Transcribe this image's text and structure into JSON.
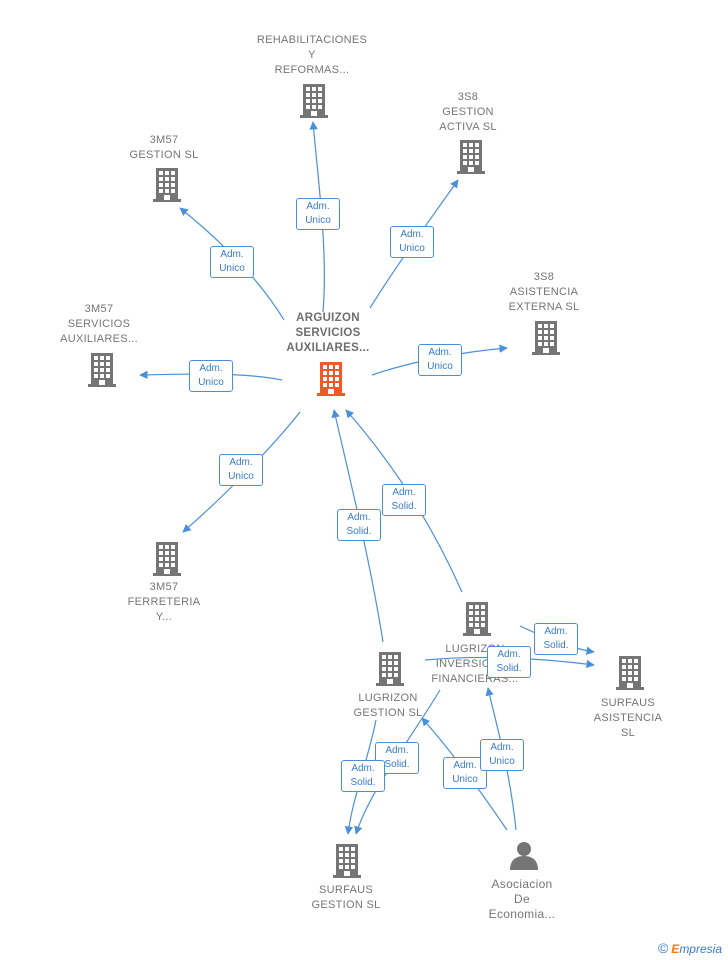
{
  "colors": {
    "edge": "#4a90d9",
    "node": "#757575",
    "main_node": "#f05a28",
    "label": "#757575",
    "edge_text": "#3b7bc8"
  },
  "nodes": {
    "main": {
      "lines": [
        "ARGUIZON",
        "SERVICIOS",
        "AUXILIARES..."
      ],
      "icon": "building-icon"
    },
    "rehab": {
      "lines": [
        "REHABILITACIONES",
        "Y",
        "REFORMAS..."
      ],
      "icon": "building-icon"
    },
    "gestion_3m57": {
      "lines": [
        "3M57",
        "GESTION  SL"
      ],
      "icon": "building-icon"
    },
    "gestion_activa": {
      "lines": [
        "3S8",
        "GESTION",
        "ACTIVA  SL"
      ],
      "icon": "building-icon"
    },
    "asistencia_externa": {
      "lines": [
        "3S8",
        "ASISTENCIA",
        "EXTERNA  SL"
      ],
      "icon": "building-icon"
    },
    "servicios_3m57": {
      "lines": [
        "3M57",
        "SERVICIOS",
        "AUXILIARES..."
      ],
      "icon": "building-icon"
    },
    "ferreteria": {
      "lines": [
        "3M57",
        "FERRETERIA",
        "Y..."
      ],
      "icon": "building-icon"
    },
    "lugrizon_inv": {
      "lines": [
        "LUGRIZON",
        "INVERSIONES",
        "FINANCIERAS..."
      ],
      "icon": "building-icon"
    },
    "lugrizon_gestion": {
      "lines": [
        "LUGRIZON",
        "GESTION  SL"
      ],
      "icon": "building-icon"
    },
    "surfaus_asistencia": {
      "lines": [
        "SURFAUS",
        "ASISTENCIA",
        "SL"
      ],
      "icon": "building-icon"
    },
    "surfaus_gestion": {
      "lines": [
        "SURFAUS",
        "GESTION  SL"
      ],
      "icon": "building-icon"
    },
    "asociacion": {
      "lines": [
        "Asociacion",
        "De",
        "Economia..."
      ],
      "icon": "person-icon"
    }
  },
  "edges": {
    "e_rehab": [
      "Adm.",
      "Unico"
    ],
    "e_gestion_3m57": [
      "Adm.",
      "Unico"
    ],
    "e_gestion_activa": [
      "Adm.",
      "Unico"
    ],
    "e_asistencia_externa": [
      "Adm.",
      "Unico"
    ],
    "e_servicios_3m57": [
      "Adm.",
      "Unico"
    ],
    "e_ferreteria": [
      "Adm.",
      "Unico"
    ],
    "e_lugrizon_gestion_main": [
      "Adm.",
      "Solid."
    ],
    "e_lugrizon_inv_main": [
      "Adm.",
      "Solid."
    ],
    "e_inv_surfaus_a1": [
      "Adm.",
      "Solid."
    ],
    "e_inv_surfaus_a2": [
      "Adm.",
      "Solid."
    ],
    "e_gestion_surfaus_g1": [
      "Adm.",
      "Solid."
    ],
    "e_gestion_surfaus_g2": [
      "Adm.",
      "Solid."
    ],
    "e_asoc_inv1": [
      "Adm.",
      "Unico"
    ],
    "e_asoc_inv2": [
      "Adm.",
      "Unico"
    ]
  },
  "logo": {
    "symbol": "©",
    "brand_first": "E",
    "brand_rest": "mpresia"
  }
}
